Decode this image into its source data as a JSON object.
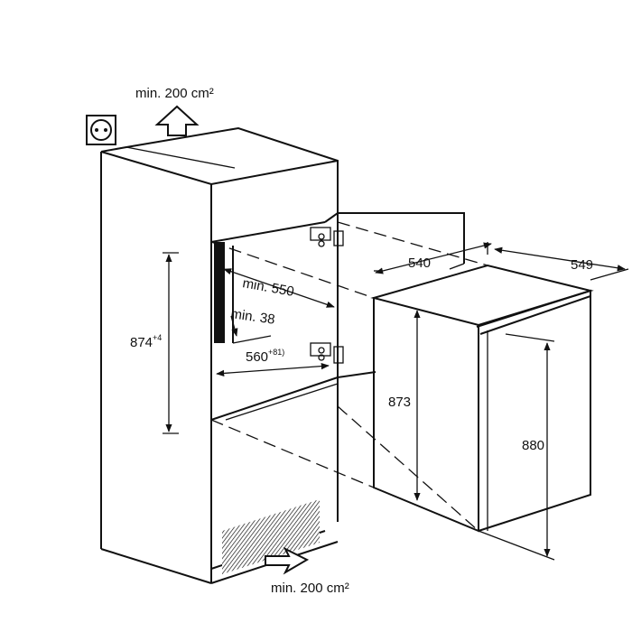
{
  "vent_top": {
    "label": "min. 200 cm²"
  },
  "vent_bottom": {
    "label": "min. 200 cm²"
  },
  "dims": {
    "niche_height": {
      "value": "874",
      "suffix": "+4"
    },
    "depth_min": {
      "value": "min. 550"
    },
    "gap_min": {
      "value": "min. 38"
    },
    "niche_width": {
      "value": "560",
      "suffix": "+8",
      "note": "1)"
    },
    "appliance_width": {
      "value": "540"
    },
    "appliance_depth": {
      "value": "549"
    },
    "appliance_body_height": {
      "value": "873"
    },
    "appliance_total_height": {
      "value": "880"
    }
  }
}
